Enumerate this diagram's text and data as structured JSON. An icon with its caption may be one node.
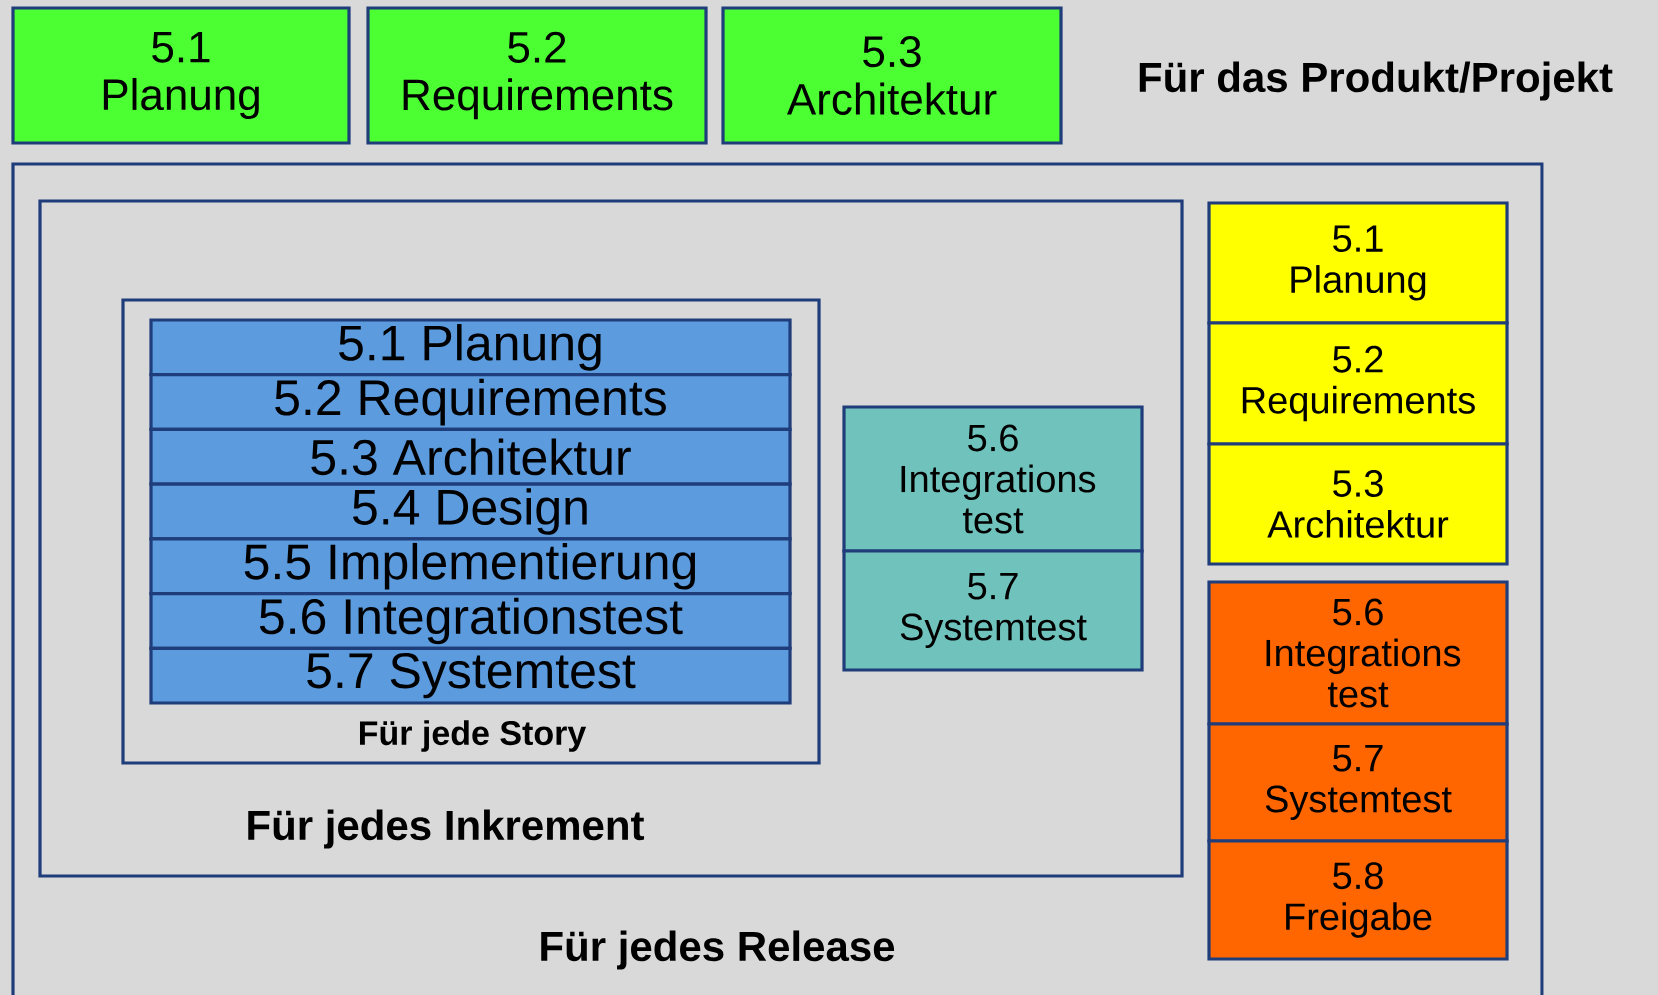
{
  "diagram": {
    "nodes": [
      {
        "text": [
          "5.1 Planung"
        ]
      },
      {
        "text": [
          "5.2 Requirements"
        ]
      },
      {
        "text": [
          "5.3 Architektur"
        ]
      },
      {
        "text": [
          "Für jedes Release"
        ]
      },
      {
        "text": [
          "Für jedes Inkrement"
        ],
        "in": 3
      },
      {
        "text": [
          "Für jede Story"
        ],
        "in": 4
      },
      {
        "text": [
          "5.1 Planung"
        ],
        "in": 5
      },
      {
        "text": [
          "5.2 Requirements"
        ],
        "in": 5
      },
      {
        "text": [
          "5.3 Architektur"
        ],
        "in": 5
      },
      {
        "text": [
          "5.4 Design"
        ],
        "in": 5
      },
      {
        "text": [
          "5.5 Implementierung"
        ],
        "in": 5
      },
      {
        "text": [
          "5.6 Integrationstest"
        ],
        "in": 5
      },
      {
        "text": [
          "5.7 Systemtest"
        ],
        "in": 5
      },
      {
        "text": [
          "5.6 Integrations test"
        ],
        "in": 4
      },
      {
        "text": [
          "5.7 Systemtest"
        ],
        "in": 4
      },
      {
        "text": [
          "5.1 Planung"
        ],
        "in": 3
      },
      {
        "text": [
          "5.2 Requirements"
        ],
        "in": 3
      },
      {
        "text": [
          "5.3 Architektur"
        ],
        "in": 3
      },
      {
        "text": [
          "5.6 Integrations test"
        ],
        "in": 3
      },
      {
        "text": [
          "5.7 Systemtest"
        ],
        "in": 3
      },
      {
        "text": [
          "5.8 Freigabe"
        ],
        "in": 3
      }
    ],
    "labels": [
      "Für das Produkt/Projekt"
    ]
  }
}
